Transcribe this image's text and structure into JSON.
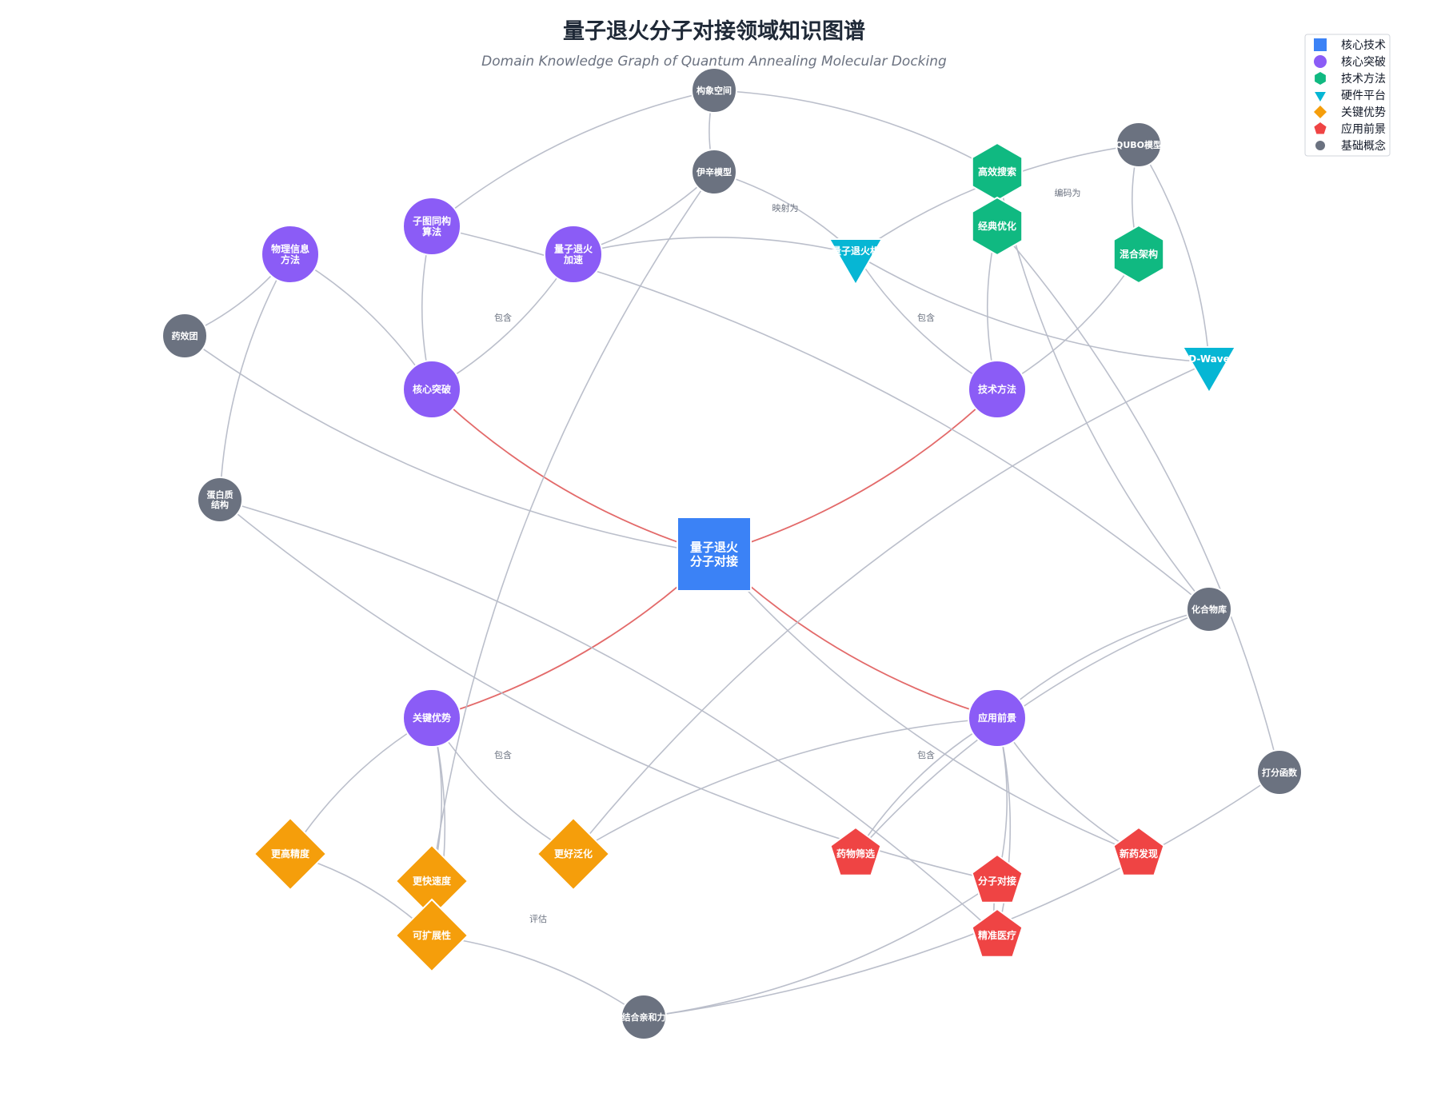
{
  "header": {
    "title": "量子退火分子对接领域知识图谱",
    "subtitle": "Domain Knowledge Graph of Quantum Annealing Molecular Docking"
  },
  "legend": {
    "items": [
      {
        "key": "core",
        "label": "核心技术",
        "shape": "square",
        "color": "#3b82f6"
      },
      {
        "key": "breakthrough",
        "label": "核心突破",
        "shape": "circle",
        "color": "#8b5cf6"
      },
      {
        "key": "method",
        "label": "技术方法",
        "shape": "hexagon",
        "color": "#10b981"
      },
      {
        "key": "hardware",
        "label": "硬件平台",
        "shape": "triangle-down",
        "color": "#06b6d4"
      },
      {
        "key": "advantage",
        "label": "关键优势",
        "shape": "diamond",
        "color": "#f59e0b"
      },
      {
        "key": "application",
        "label": "应用前景",
        "shape": "pentagon",
        "color": "#ef4444"
      },
      {
        "key": "concept",
        "label": "基础概念",
        "shape": "circle",
        "color": "#6b7280"
      }
    ]
  },
  "chart_data": {
    "type": "graph",
    "nodes": [
      {
        "id": "core",
        "label": "量子退火\n分子对接",
        "category": "core"
      },
      {
        "id": "hexin",
        "label": "核心突破",
        "category": "breakthrough"
      },
      {
        "id": "jishu",
        "label": "技术方法",
        "category": "breakthrough"
      },
      {
        "id": "youshi",
        "label": "关键优势",
        "category": "breakthrough"
      },
      {
        "id": "yingyong",
        "label": "应用前景",
        "category": "breakthrough"
      },
      {
        "id": "wuli",
        "label": "物理信息\n方法",
        "category": "breakthrough"
      },
      {
        "id": "zitu",
        "label": "子图同构\n算法",
        "category": "breakthrough"
      },
      {
        "id": "jiasu",
        "label": "量子退火\n加速",
        "category": "breakthrough"
      },
      {
        "id": "gaoxiao",
        "label": "高效搜索",
        "category": "method"
      },
      {
        "id": "jingdian",
        "label": "经典优化",
        "category": "method"
      },
      {
        "id": "hunhe",
        "label": "混合架构",
        "category": "method"
      },
      {
        "id": "qa",
        "label": "量子退火机",
        "category": "hardware"
      },
      {
        "id": "dwave",
        "label": "D-Wave",
        "category": "hardware"
      },
      {
        "id": "jingdu",
        "label": "更高精度",
        "category": "advantage"
      },
      {
        "id": "sudu",
        "label": "更快速度",
        "category": "advantage"
      },
      {
        "id": "fanhua",
        "label": "更好泛化",
        "category": "advantage"
      },
      {
        "id": "kuozhan",
        "label": "可扩展性",
        "category": "advantage"
      },
      {
        "id": "shaixuan",
        "label": "药物筛选",
        "category": "application"
      },
      {
        "id": "duijie",
        "label": "分子对接",
        "category": "application"
      },
      {
        "id": "xinyao",
        "label": "新药发现",
        "category": "application"
      },
      {
        "id": "yiliao",
        "label": "精准医疗",
        "category": "application"
      },
      {
        "id": "gouxiang",
        "label": "构象空间",
        "category": "concept"
      },
      {
        "id": "yixin",
        "label": "伊辛模型",
        "category": "concept"
      },
      {
        "id": "qubo",
        "label": "QUBO模型",
        "category": "concept"
      },
      {
        "id": "yaoxiaotuan",
        "label": "药效团",
        "category": "concept"
      },
      {
        "id": "danbai",
        "label": "蛋白质\n结构",
        "category": "concept"
      },
      {
        "id": "huahe",
        "label": "化合物库",
        "category": "concept"
      },
      {
        "id": "dafen",
        "label": "打分函数",
        "category": "concept"
      },
      {
        "id": "qinhe",
        "label": "结合亲和力",
        "category": "concept"
      }
    ],
    "edges": [
      {
        "source": "core",
        "target": "hexin",
        "label": "包含",
        "kind": "primary"
      },
      {
        "source": "core",
        "target": "jishu",
        "label": "包含",
        "kind": "primary"
      },
      {
        "source": "core",
        "target": "youshi",
        "label": "包含",
        "kind": "primary"
      },
      {
        "source": "core",
        "target": "yingyong",
        "label": "包含",
        "kind": "primary"
      },
      {
        "source": "yixin",
        "target": "qa",
        "label": "映射为"
      },
      {
        "source": "qubo",
        "target": "qa",
        "label": "编码为"
      },
      {
        "source": "kuozhan",
        "target": "qinhe",
        "label": "评估"
      },
      {
        "source": "hexin",
        "target": "wuli"
      },
      {
        "source": "hexin",
        "target": "zitu"
      },
      {
        "source": "hexin",
        "target": "jiasu"
      },
      {
        "source": "jishu",
        "target": "jingdian"
      },
      {
        "source": "jishu",
        "target": "hunhe"
      },
      {
        "source": "jishu",
        "target": "qa"
      },
      {
        "source": "youshi",
        "target": "jingdu"
      },
      {
        "source": "youshi",
        "target": "sudu"
      },
      {
        "source": "youshi",
        "target": "fanhua"
      },
      {
        "source": "youshi",
        "target": "kuozhan"
      },
      {
        "source": "yingyong",
        "target": "shaixuan"
      },
      {
        "source": "yingyong",
        "target": "duijie"
      },
      {
        "source": "yingyong",
        "target": "xinyao"
      },
      {
        "source": "yingyong",
        "target": "yiliao"
      },
      {
        "source": "yingyong",
        "target": "fanhua"
      },
      {
        "source": "yingyong",
        "target": "huahe"
      },
      {
        "source": "core",
        "target": "xinyao"
      },
      {
        "source": "core",
        "target": "yaoxiaotuan"
      },
      {
        "source": "gouxiang",
        "target": "zitu"
      },
      {
        "source": "gouxiang",
        "target": "gaoxiao"
      },
      {
        "source": "gouxiang",
        "target": "yixin"
      },
      {
        "source": "yixin",
        "target": "jiasu"
      },
      {
        "source": "yixin",
        "target": "sudu"
      },
      {
        "source": "jiasu",
        "target": "qa"
      },
      {
        "source": "qa",
        "target": "dwave"
      },
      {
        "source": "qubo",
        "target": "dwave"
      },
      {
        "source": "qubo",
        "target": "hunhe"
      },
      {
        "source": "wuli",
        "target": "yaoxiaotuan"
      },
      {
        "source": "wuli",
        "target": "danbai"
      },
      {
        "source": "zitu",
        "target": "huahe"
      },
      {
        "source": "danbai",
        "target": "duijie"
      },
      {
        "source": "danbai",
        "target": "yiliao"
      },
      {
        "source": "gaoxiao",
        "target": "huahe"
      },
      {
        "source": "jingdian",
        "target": "dafen"
      },
      {
        "source": "huahe",
        "target": "shaixuan"
      },
      {
        "source": "dafen",
        "target": "qinhe"
      },
      {
        "source": "qinhe",
        "target": "duijie"
      },
      {
        "source": "fanhua",
        "target": "dwave"
      },
      {
        "source": "sudu",
        "target": "kuozhan"
      },
      {
        "source": "jingdu",
        "target": "kuozhan"
      },
      {
        "source": "duijie",
        "target": "yiliao"
      }
    ]
  }
}
